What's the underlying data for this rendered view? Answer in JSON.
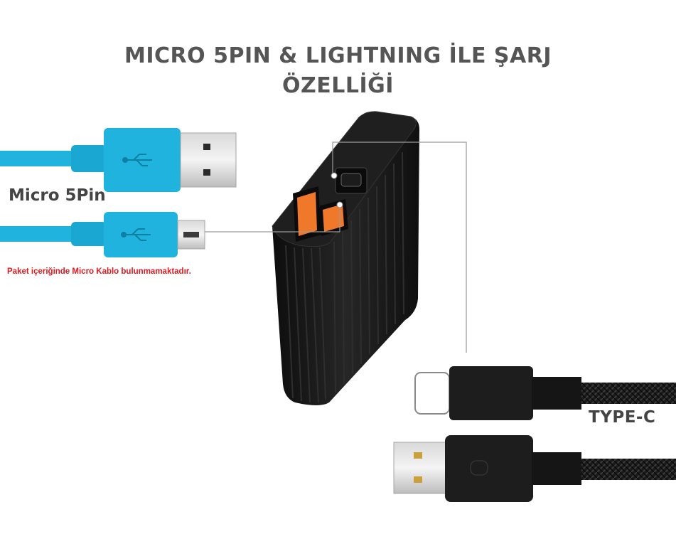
{
  "title": {
    "line1": "MICRO 5PIN & LIGHTNING İLE ŞARJ",
    "line2": "ÖZELLİĞİ"
  },
  "labels": {
    "micro": "Micro 5Pin",
    "typec": "TYPE-C"
  },
  "note": "Paket içeriğinde Micro Kablo bulunmamaktadır.",
  "colors": {
    "cable_blue": "#1fb3de",
    "powerbank_black": "#1a1a1a",
    "usb_port_orange": "#f0782a",
    "note_red": "#e0191e",
    "title_gray": "#555555"
  },
  "icons": [
    "usb-trident-icon"
  ]
}
